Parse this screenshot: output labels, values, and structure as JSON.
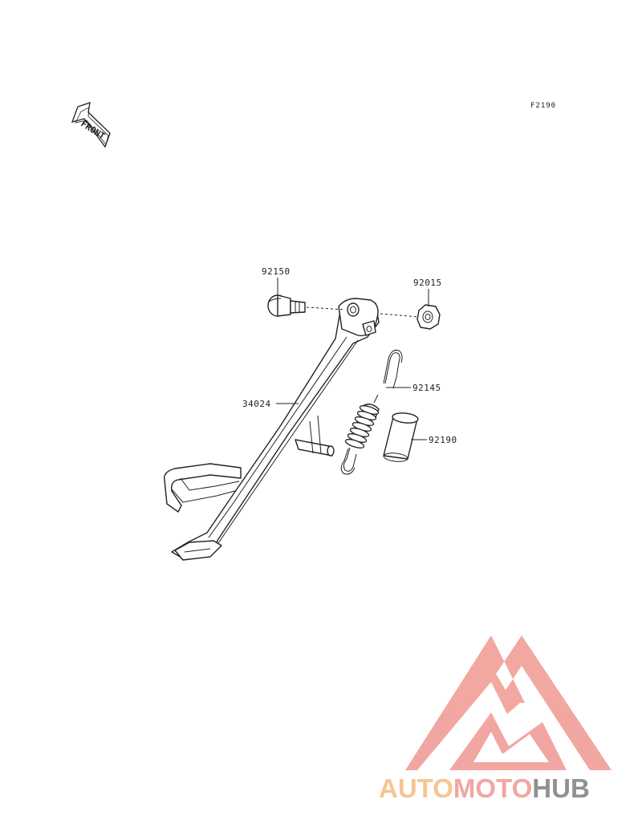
{
  "figure_code": "F2190",
  "front_label": "FRONT",
  "parts": [
    {
      "number": "92150",
      "description": "bolt"
    },
    {
      "number": "92015",
      "description": "nut"
    },
    {
      "number": "92145",
      "description": "spring"
    },
    {
      "number": "34024",
      "description": "side stand"
    },
    {
      "number": "92190",
      "description": "sleeve"
    }
  ],
  "watermark": {
    "parts": [
      "AUTO",
      "MOTO",
      "HUB"
    ],
    "colors": {
      "auto": "#f5c38a",
      "moto": "#f2a29c",
      "hub": "#8c8c8c",
      "logo": "#f2a29c"
    }
  }
}
